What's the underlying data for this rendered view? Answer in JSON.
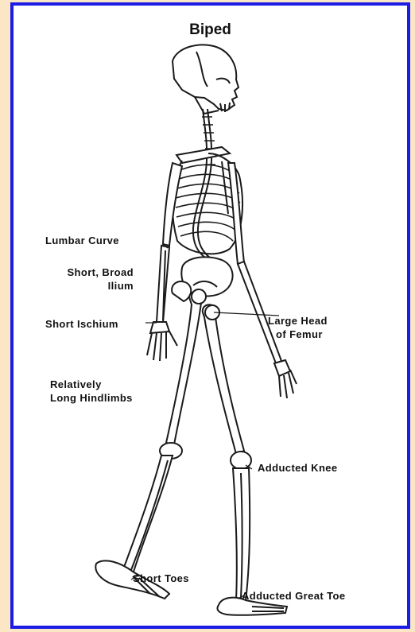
{
  "figure": {
    "title": "Biped",
    "labels": {
      "lumbar_curve": "Lumbar Curve",
      "short_broad_ilium_1": "Short, Broad",
      "short_broad_ilium_2": "Ilium",
      "short_ischium": "Short Ischium",
      "large_head_femur_1": "Large Head",
      "large_head_femur_2": "of Femur",
      "long_hindlimbs_1": "Relatively",
      "long_hindlimbs_2": "Long Hindlimbs",
      "adducted_knee": "Adducted Knee",
      "short_toes": "Short Toes",
      "adducted_great_toe": "Adducted Great Toe"
    }
  },
  "colors": {
    "page_background": "#fbe7c6",
    "frame_border": "#1c1ce6",
    "panel_background": "#ffffff",
    "ink": "#111111"
  }
}
